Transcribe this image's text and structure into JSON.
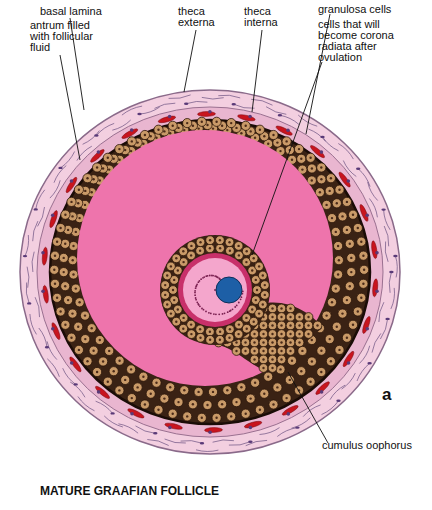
{
  "diagram": {
    "title": "MATURE GRAAFIAN FOLLICLE",
    "labels": [
      "basal lamina",
      "antrum filled with follicular fluid",
      "theca externa",
      "theca interna",
      "granulosa cells",
      "cells that will become corona radiata after ovulation",
      "a",
      "cumulus oophorus"
    ]
  }
}
